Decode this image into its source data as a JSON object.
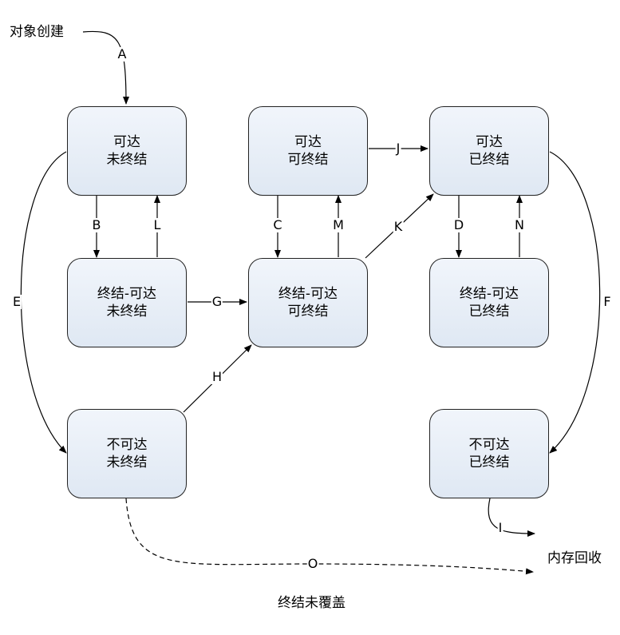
{
  "start_label": "对象创建",
  "nodes": {
    "reachable_unfinalized": [
      "可达",
      "未终结"
    ],
    "reachable_finalizable": [
      "可达",
      "可终结"
    ],
    "reachable_finalized": [
      "可达",
      "已终结"
    ],
    "finreachable_unfinalized": [
      "终结-可达",
      "未终结"
    ],
    "finreachable_finalizable": [
      "终结-可达",
      "可终结"
    ],
    "finreachable_finalized": [
      "终结-可达",
      "已终结"
    ],
    "unreachable_unfinalized": [
      "不可达",
      "未终结"
    ],
    "unreachable_finalized": [
      "不可达",
      "已终结"
    ]
  },
  "edge_labels": {
    "A": "A",
    "B": "B",
    "C": "C",
    "D": "D",
    "E": "E",
    "F": "F",
    "G": "G",
    "H": "H",
    "I": "I",
    "J": "J",
    "K": "K",
    "L": "L",
    "M": "M",
    "N": "N",
    "O": "O"
  },
  "memory_reclaim_label": "内存回收",
  "finalizer_not_overridden_label": "终结未覆盖"
}
